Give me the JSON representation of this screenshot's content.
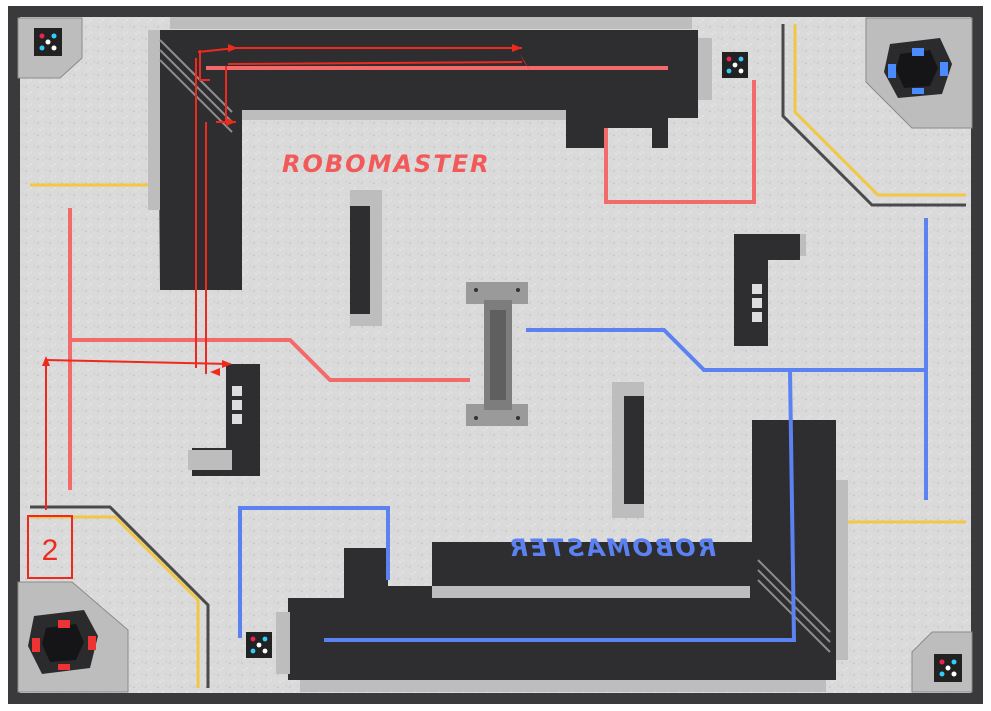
{
  "arena": {
    "logo_text_red": "ROBOMASTER",
    "logo_text_blue": "ROBOMASTER",
    "route_label": "2"
  },
  "colors": {
    "frame": "#3a3a3c",
    "floor": "#d9d9d9",
    "wall_dark": "#2e2e30",
    "wall_light": "#bdbdbd",
    "red_route": "#f26a6a",
    "red_annotation": "#ee2a1e",
    "blue_route": "#5b82f0",
    "yellow_stripe": "#f2c744"
  },
  "icons": {
    "marker": "qr-marker-icon",
    "robot_red": "red-robot-icon",
    "robot_blue": "blue-robot-icon"
  }
}
